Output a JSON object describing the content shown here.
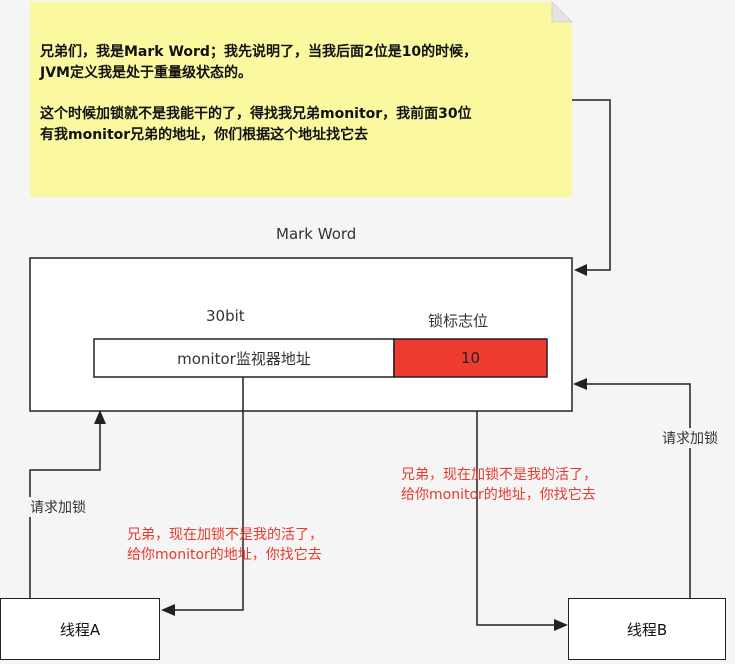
{
  "note": {
    "paragraph1_line1": "兄弟们，我是Mark Word；我先说明了，当我后面2位是10的时候，",
    "paragraph1_line2": "JVM定义我是处于重量级状态的。",
    "paragraph2_line1": "这个时候加锁就不是我能干的了，得找我兄弟monitor，我前面30位",
    "paragraph2_line2": "有我monitor兄弟的地址，你们根据这个地址找它去"
  },
  "mark_word": {
    "title": "Mark Word",
    "bits_label": "30bit",
    "flag_label": "锁标志位",
    "monitor_field": "monitor监视器地址",
    "flag_value": "10"
  },
  "threads": {
    "a_label": "线程A",
    "b_label": "线程B"
  },
  "arrows": {
    "request_lock_a": "请求加锁",
    "request_lock_b": "请求加锁"
  },
  "replies": {
    "to_a_line1": "兄弟，现在加锁不是我的活了，",
    "to_a_line2": "给你monitor的地址，你找它去",
    "to_b_line1": "兄弟，现在加锁不是我的活了，",
    "to_b_line2": "给你monitor的地址，你找它去"
  },
  "colors": {
    "note_fill": "#fbf9a0",
    "note_fold": "#e3e3e3",
    "flag_fill": "#ef3c30",
    "reply_text": "#e8392f",
    "line": "#222222"
  }
}
